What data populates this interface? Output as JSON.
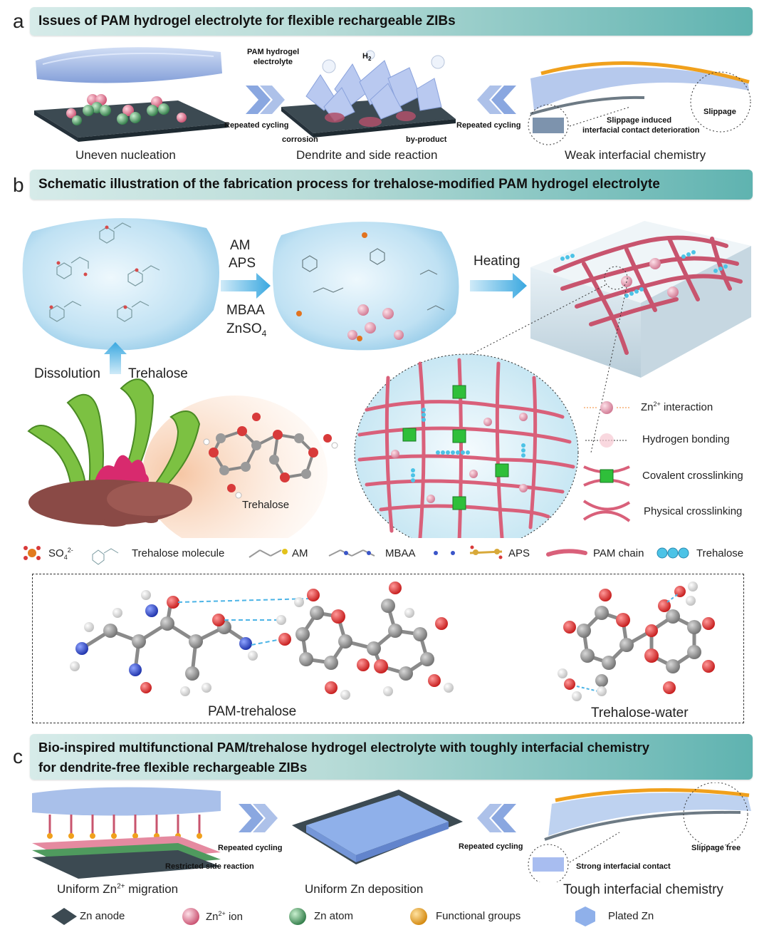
{
  "panel_a": {
    "letter": "a",
    "title": "Issues of PAM hydrogel electrolyte for flexible rechargeable ZIBs",
    "pam_hydrogel_label_1": "PAM hydrogel",
    "pam_hydrogel_label_2": "electrolyte",
    "h2_label": "H",
    "h2_sub": "2",
    "repeated_cycling_left": "Repeated cycling",
    "repeated_cycling_right": "Repeated cycling",
    "corrosion": "corrosion",
    "by_product": "by-product",
    "slippage": "Slippage",
    "slippage_induced_1": "Slippage induced",
    "slippage_induced_2": "interfacial contact deterioration",
    "caption_1": "Uneven nucleation",
    "caption_2": "Dendrite and side reaction",
    "caption_3": "Weak interfacial chemistry"
  },
  "panel_b": {
    "letter": "b",
    "title": "Schematic illustration of the fabrication process for trehalose-modified PAM hydrogel electrolyte",
    "am": "AM",
    "aps": "APS",
    "mbaa": "MBAA",
    "znso4": "ZnSO",
    "znso4_sub": "4",
    "heating": "Heating",
    "dissolution": "Dissolution",
    "trehalose_label": "Trehalose",
    "trehalose_molecule_caption": "Trehalose",
    "legend_right": [
      {
        "icon": "zn-ion-interaction-icon",
        "pre": "Zn",
        "sup": "2+",
        "post": " interaction"
      },
      {
        "icon": "hydrogen-bond-icon",
        "pre": "Hydrogen bonding",
        "sup": "",
        "post": ""
      },
      {
        "icon": "covalent-crosslink-icon",
        "pre": "Covalent crosslinking",
        "sup": "",
        "post": ""
      },
      {
        "icon": "physical-crosslink-icon",
        "pre": "Physical crosslinking",
        "sup": "",
        "post": ""
      }
    ],
    "legend_row": {
      "so4": "SO",
      "so4_sub": "4",
      "so4_sup": "2-",
      "trehalose_molecule": "Trehalose molecule",
      "am": "AM",
      "mbaa": "MBAA",
      "aps": "APS",
      "pam_chain": "PAM chain",
      "trehalose": "Trehalose"
    },
    "pam_trehalose": "PAM-trehalose",
    "trehalose_water": "Trehalose-water"
  },
  "panel_c": {
    "letter": "c",
    "title_line1": "Bio-inspired multifunctional PAM/trehalose hydrogel electrolyte with toughly interfacial chemistry",
    "title_line2": "for dendrite-free flexible rechargeable ZIBs",
    "repeated_cycling_left": "Repeated cycling",
    "repeated_cycling_right": "Repeated cycling",
    "restricted_side_reaction": "Restricted side reaction",
    "slippage_free": "Slippage free",
    "strong_contact": "Strong interfacial contact",
    "caption_1_pre": "Uniform Zn",
    "caption_1_sup": "2+",
    "caption_1_post": " migration",
    "caption_2": "Uniform Zn deposition",
    "caption_3": "Tough interfacial chemistry"
  },
  "bottom_legend": [
    {
      "icon": "zn-anode-icon",
      "pre": "Zn anode",
      "sup": ""
    },
    {
      "icon": "zn-ion-icon",
      "pre": "Zn",
      "sup": "2+",
      "post": " ion"
    },
    {
      "icon": "zn-atom-icon",
      "pre": "Zn atom",
      "sup": ""
    },
    {
      "icon": "functional-groups-icon",
      "pre": "Functional groups",
      "sup": ""
    },
    {
      "icon": "plated-zn-icon",
      "pre": "Plated Zn",
      "sup": ""
    }
  ],
  "colors": {
    "banner_start": "#d6ebe9",
    "banner_end": "#5fb3b0",
    "pam_chain": "#d9607a",
    "trehalose_bead": "#4cc3e6",
    "crosslink": "#2fbf3a",
    "zn_ion": "#e58aa0",
    "zn_atom": "#4f9a5e",
    "functional_group": "#f0a01c",
    "plated_zn": "#8fb0ea",
    "seaweed": "#7cc142"
  }
}
